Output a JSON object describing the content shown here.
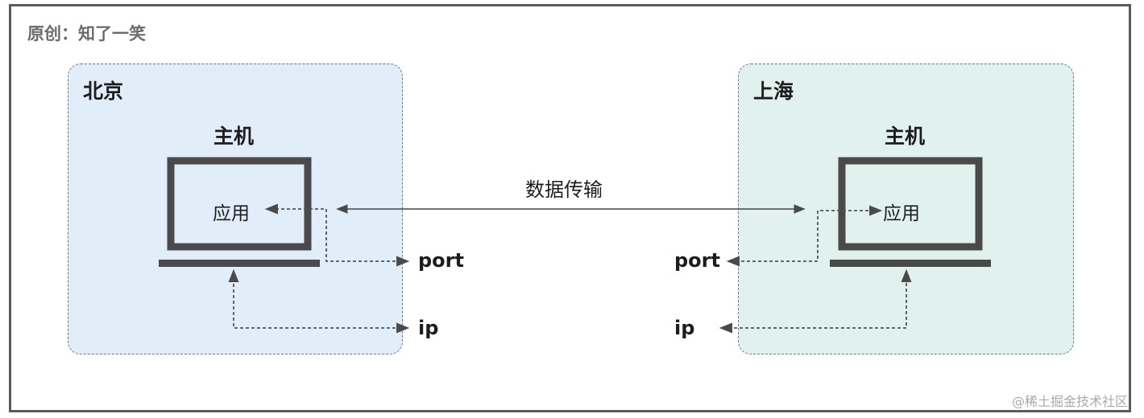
{
  "credit": "原创：知了一笑",
  "left": {
    "region": "北京",
    "host": "主机",
    "app": "应用",
    "port": "port",
    "ip": "ip"
  },
  "right": {
    "region": "上海",
    "host": "主机",
    "app": "应用",
    "port": "port",
    "ip": "ip"
  },
  "transfer_label": "数据传输",
  "watermark": "@稀土掘金技术社区",
  "colors": {
    "beijing_fill": "#e1edf9",
    "shanghai_fill": "#e1f1ee",
    "laptop": "#4a4a4a",
    "border": "#5a5a5a"
  }
}
